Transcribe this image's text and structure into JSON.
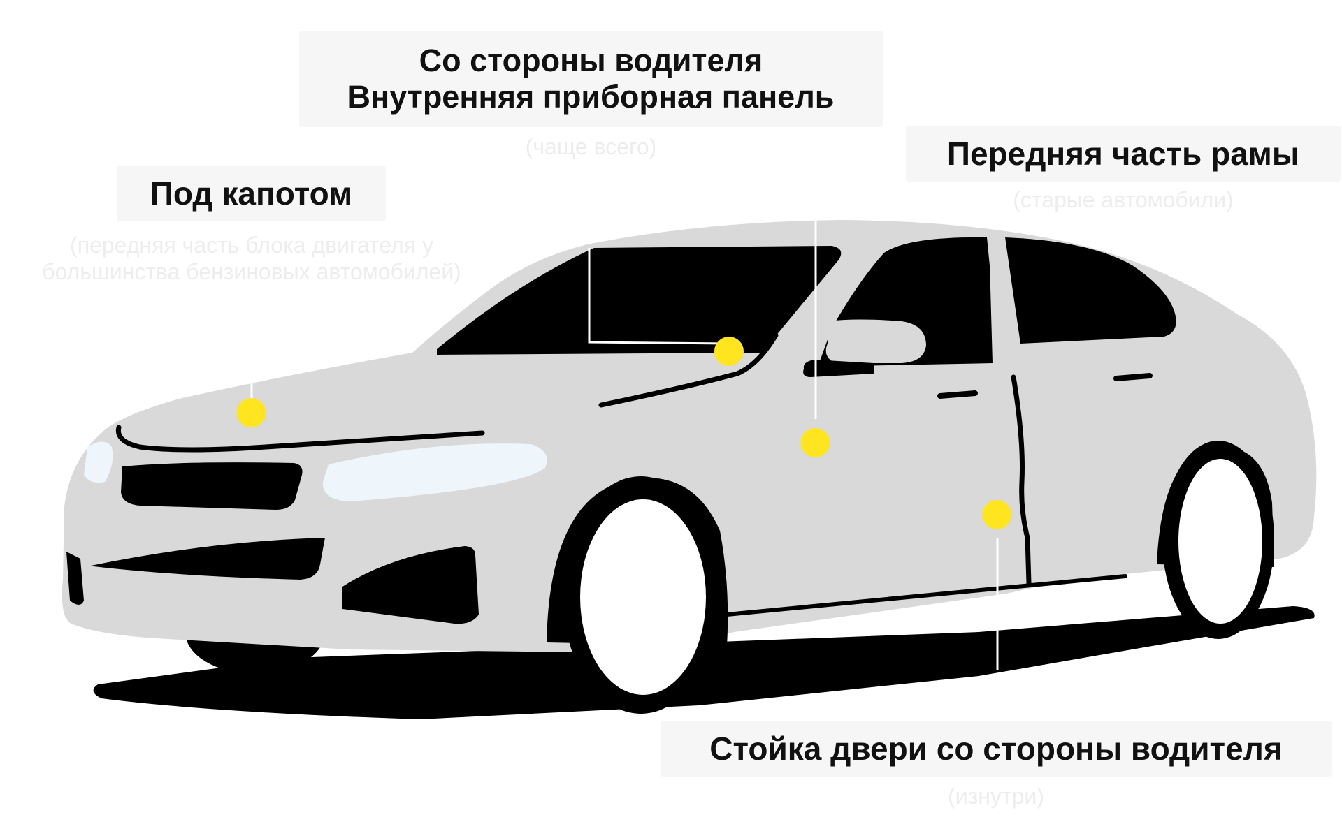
{
  "colors": {
    "car_body": "#d9d9d9",
    "glass_and_tires": "#000000",
    "headlight": "#eef6fc",
    "marker": "#ffe51f",
    "label_background": "#f6f6f6",
    "note_text": "#ededed",
    "leader_line": "#ffffff"
  },
  "labels": {
    "driver_side": {
      "line1": "Со стороны водителя",
      "line2": "Внутренняя приборная панель",
      "note": "(чаще всего)"
    },
    "front_frame": {
      "title": "Передняя часть рамы",
      "note": "(старые автомобили)"
    },
    "under_hood": {
      "title": "Под капотом",
      "note_line1": "(передняя часть блока двигателя у",
      "note_line2": "большинства бензиновых автомобилей)"
    },
    "door_pillar": {
      "title": "Стойка двери со стороны водителя",
      "note": "(изнутри)"
    }
  },
  "markers": [
    {
      "location": "under-hood"
    },
    {
      "location": "dashboard"
    },
    {
      "location": "front-frame"
    },
    {
      "location": "door-pillar"
    }
  ]
}
